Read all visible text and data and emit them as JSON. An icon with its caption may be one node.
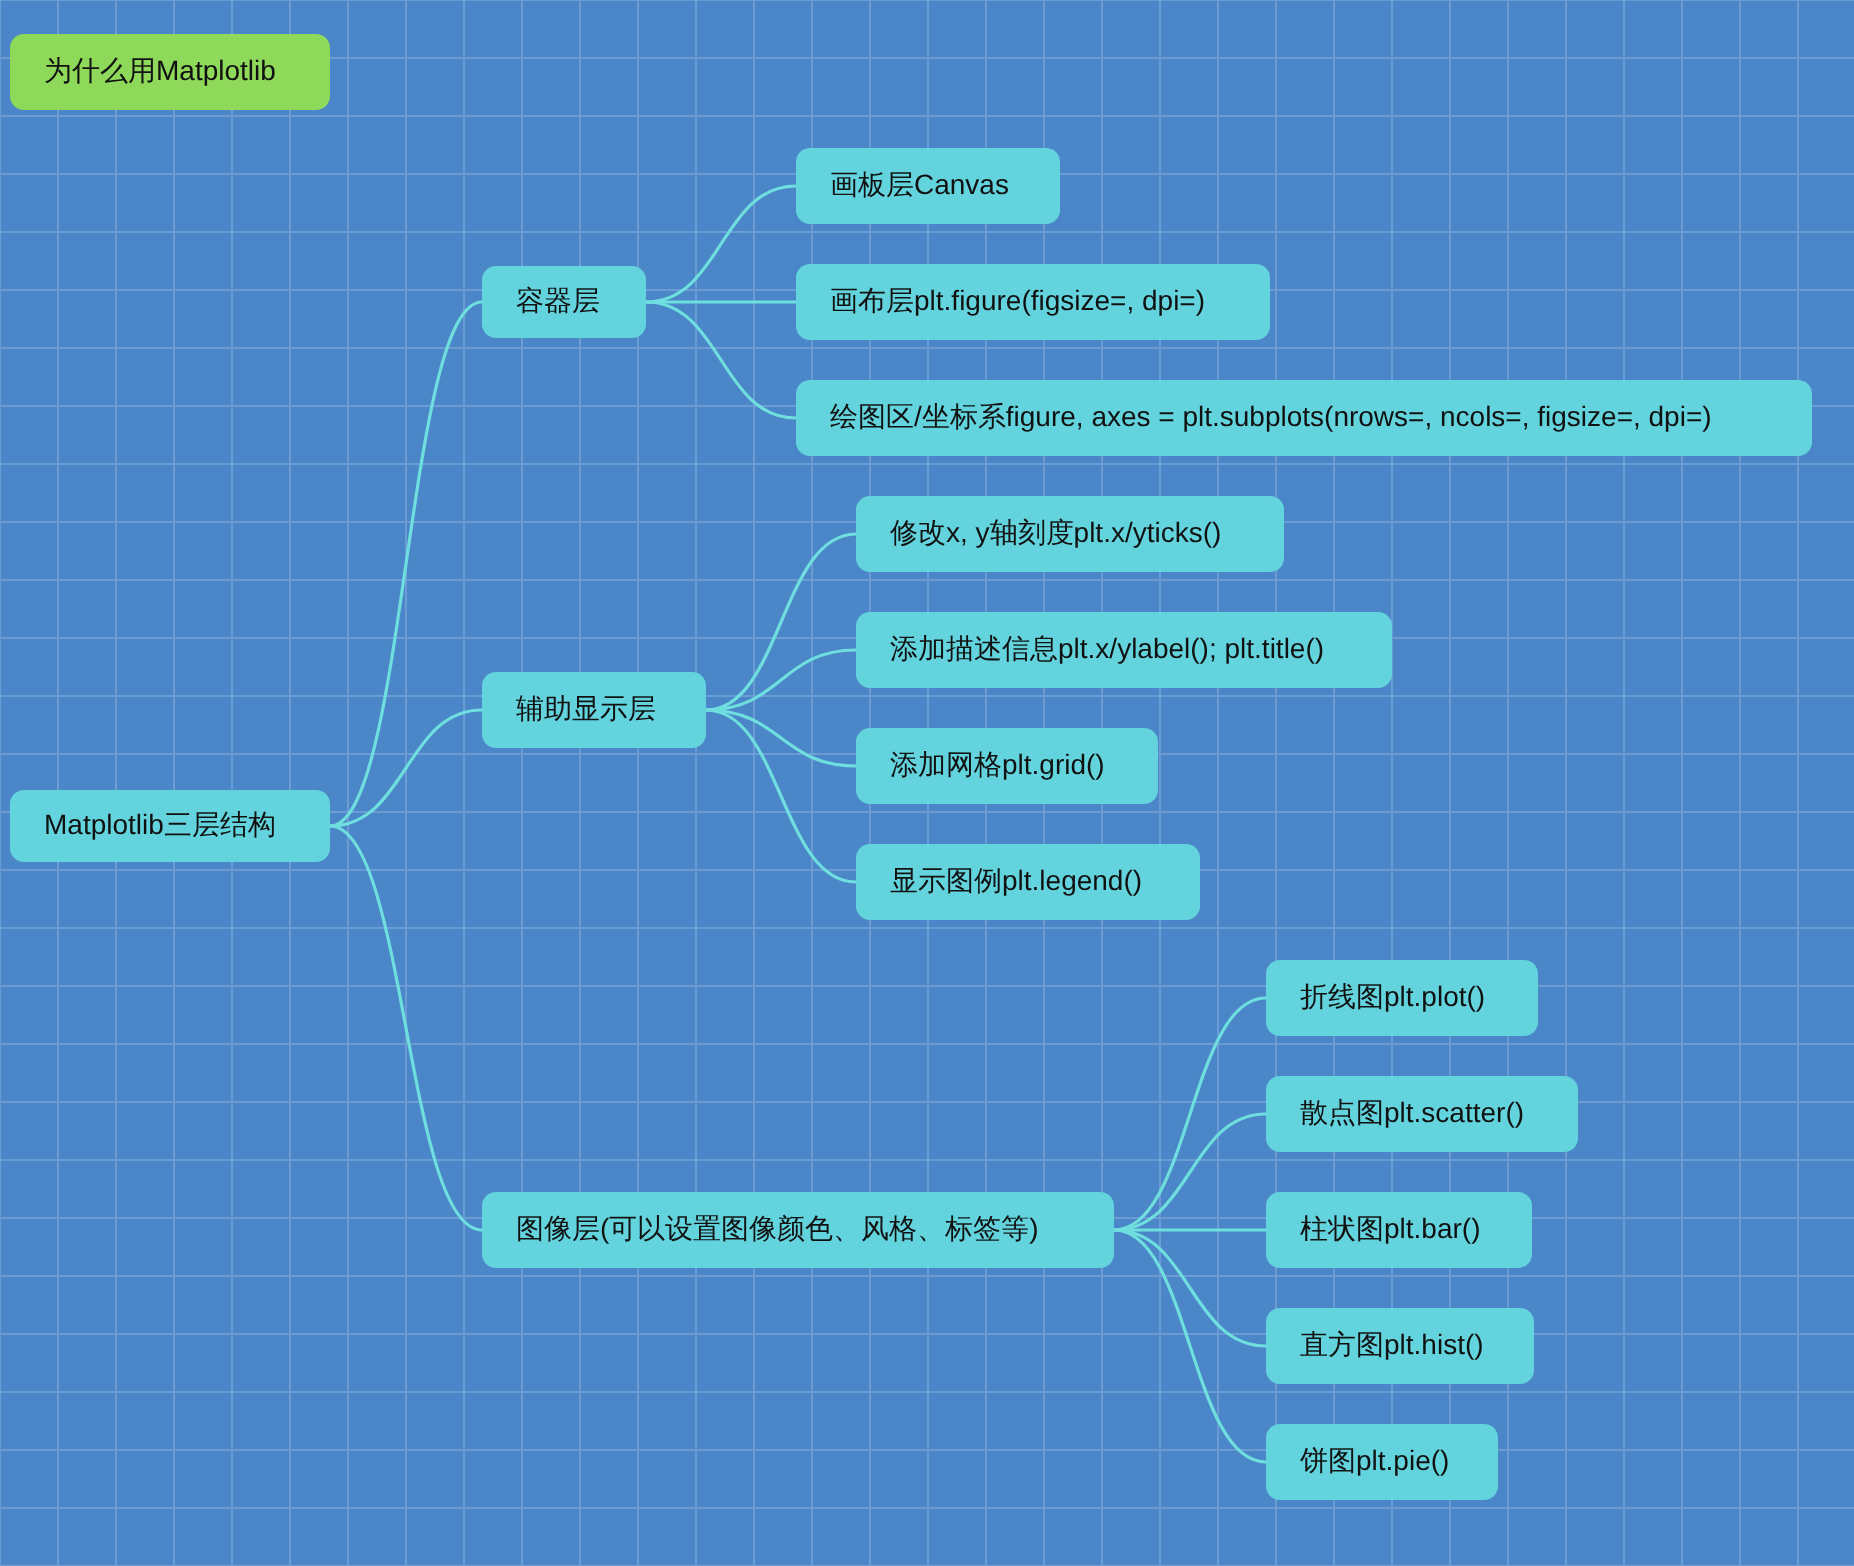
{
  "diagram": {
    "nodes": [
      {
        "text": [
          "为什么用Matplotlib"
        ]
      },
      {
        "text": [
          "Matplotlib三层结构"
        ]
      },
      {
        "text": [
          "容器层"
        ]
      },
      {
        "text": [
          "画板层Canvas"
        ]
      },
      {
        "text": [
          "画布层plt.figure(figsize=, dpi=)"
        ]
      },
      {
        "text": [
          "绘图区/坐标系figure, axes = plt.subplots(nrows=, ncols=, figsize=, dpi=)"
        ]
      },
      {
        "text": [
          "辅助显示层"
        ]
      },
      {
        "text": [
          "修改x, y轴刻度plt.x/yticks()"
        ]
      },
      {
        "text": [
          "添加描述信息plt.x/ylabel(); plt.title()"
        ]
      },
      {
        "text": [
          "添加网格plt.grid()"
        ]
      },
      {
        "text": [
          "显示图例plt.legend()"
        ]
      },
      {
        "text": [
          "图像层(可以设置图像颜色、风格、标签等)"
        ]
      },
      {
        "text": [
          "折线图plt.plot()"
        ]
      },
      {
        "text": [
          "散点图plt.scatter()"
        ]
      },
      {
        "text": [
          "柱状图plt.bar()"
        ]
      },
      {
        "text": [
          "直方图plt.hist()"
        ]
      },
      {
        "text": [
          "饼图plt.pie()"
        ]
      }
    ],
    "edges": [
      {
        "from": 1,
        "to": 2,
        "arrow": "none"
      },
      {
        "from": 1,
        "to": 6,
        "arrow": "none"
      },
      {
        "from": 1,
        "to": 11,
        "arrow": "none"
      },
      {
        "from": 2,
        "to": 3,
        "arrow": "none"
      },
      {
        "from": 2,
        "to": 4,
        "arrow": "none"
      },
      {
        "from": 2,
        "to": 5,
        "arrow": "none"
      },
      {
        "from": 6,
        "to": 7,
        "arrow": "none"
      },
      {
        "from": 6,
        "to": 8,
        "arrow": "none"
      },
      {
        "from": 6,
        "to": 9,
        "arrow": "none"
      },
      {
        "from": 6,
        "to": 10,
        "arrow": "none"
      },
      {
        "from": 11,
        "to": 12,
        "arrow": "none"
      },
      {
        "from": 11,
        "to": 13,
        "arrow": "none"
      },
      {
        "from": 11,
        "to": 14,
        "arrow": "none"
      },
      {
        "from": 11,
        "to": 15,
        "arrow": "none"
      },
      {
        "from": 11,
        "to": 16,
        "arrow": "none"
      }
    ]
  }
}
